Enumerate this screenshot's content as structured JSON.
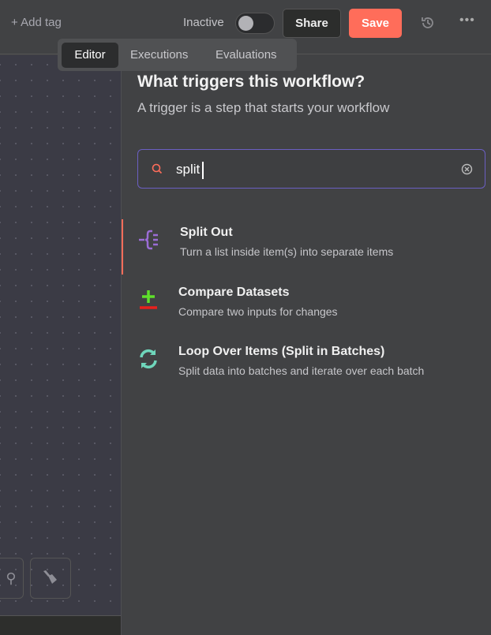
{
  "header": {
    "add_tag": "+ Add tag",
    "status_label": "Inactive",
    "active": false,
    "share": "Share",
    "save": "Save"
  },
  "tabs": [
    {
      "label": "Editor",
      "active": true
    },
    {
      "label": "Executions"
    },
    {
      "label": "Evaluations"
    }
  ],
  "panel": {
    "title": "What triggers this workflow?",
    "subtitle": "A trigger is a step that starts your workflow",
    "search_value": "split",
    "results": [
      {
        "name": "Split Out",
        "description": "Turn a list inside item(s) into separate items",
        "icon": "split-out-icon",
        "color": "#9b6dd6"
      },
      {
        "name": "Compare Datasets",
        "description": "Compare two inputs for changes",
        "icon": "compare-datasets-icon",
        "color": "#5ee02b"
      },
      {
        "name": "Loop Over Items (Split in Batches)",
        "description": "Split data into batches and iterate over each batch",
        "icon": "loop-icon",
        "color": "#6fd6bb"
      }
    ]
  },
  "colors": {
    "accent": "#ff6d5a",
    "focus": "#6b5fc2"
  }
}
